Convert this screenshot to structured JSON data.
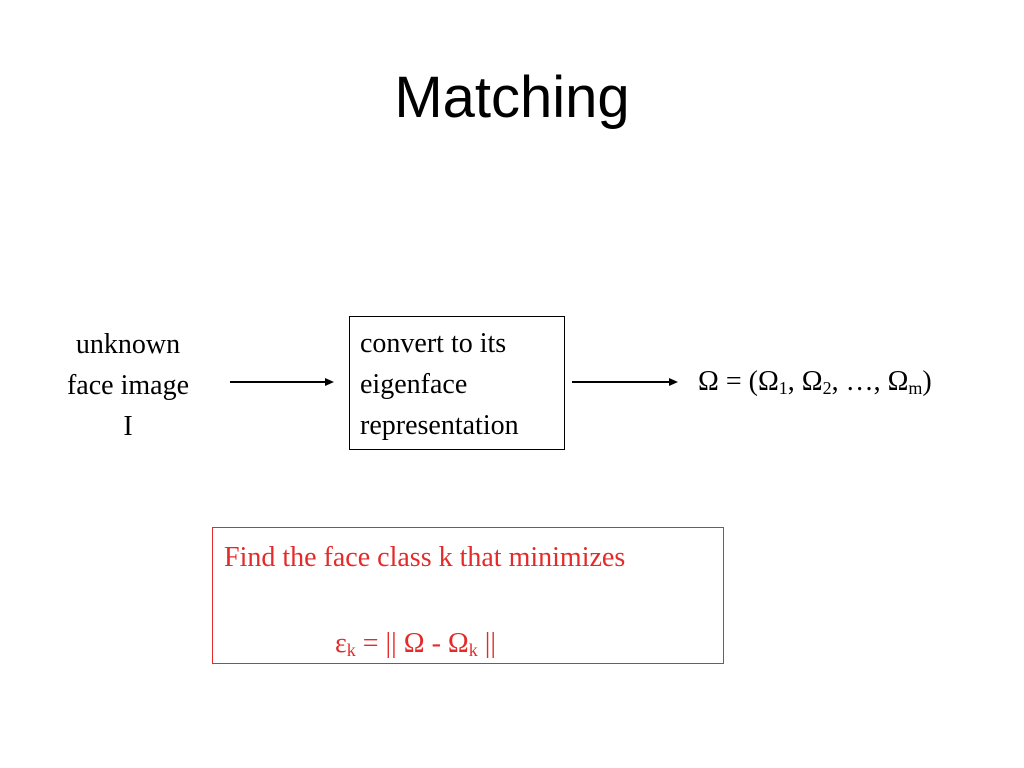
{
  "slide": {
    "title": "Matching"
  },
  "input": {
    "lines": [
      "unknown",
      "face image",
      "I"
    ]
  },
  "process": {
    "lines": [
      "convert to its",
      "eigenface",
      "representation"
    ]
  },
  "output": {
    "omega": "Ω",
    "equals": " = (",
    "omega_1": "Ω",
    "sub_1": "1",
    "sep_1": ", ",
    "omega_2": "Ω",
    "sub_2": "2",
    "sep_2": ", …, ",
    "omega_m": "Ω",
    "sub_m": "m",
    "close": ")"
  },
  "criterion": {
    "text": "Find the face class k that minimizes",
    "epsilon": "ε",
    "epsilon_sub": "k",
    "middle": " = || Ω - ",
    "omega": "Ω",
    "omega_sub": "k",
    "end": " ||",
    "color": "#e32b2b"
  },
  "arrows": [
    "arrow",
    "arrow"
  ]
}
